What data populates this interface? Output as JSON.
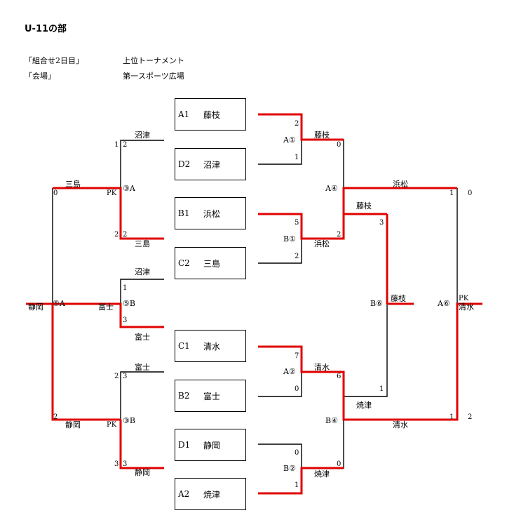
{
  "title": "U-11の部",
  "info": {
    "day_label": "「組合せ2日目」",
    "day_value": "上位トーナメント",
    "venue_label": "「会場」",
    "venue_value": "第一スポーツ広場"
  },
  "boxes": [
    {
      "code": "A1",
      "team": "藤枝"
    },
    {
      "code": "D2",
      "team": "沼津"
    },
    {
      "code": "B1",
      "team": "浜松"
    },
    {
      "code": "C2",
      "team": "三島"
    },
    {
      "code": "C1",
      "team": "清水"
    },
    {
      "code": "B2",
      "team": "富士"
    },
    {
      "code": "D1",
      "team": "静岡"
    },
    {
      "code": "A2",
      "team": "焼津"
    }
  ],
  "matches": {
    "A1": {
      "label": "A①",
      "top_score": "2",
      "bottom_score": "1",
      "winner": "藤枝"
    },
    "B1": {
      "label": "B①",
      "top_score": "5",
      "bottom_score": "2",
      "winner": "浜松"
    },
    "A2": {
      "label": "A②",
      "top_score": "7",
      "bottom_score": "0",
      "winner": "清水"
    },
    "B2": {
      "label": "B②",
      "top_score": "0",
      "bottom_score": "1",
      "winner": "焼津"
    },
    "A4": {
      "label": "A④",
      "top_score": "0",
      "bottom_score": "2",
      "winner": "浜松"
    },
    "B4": {
      "label": "B④",
      "top_score": "6",
      "bottom_score": "0",
      "winner": "清水"
    },
    "B6": {
      "label": "B⑥",
      "top_score": "3",
      "bottom_score": "1",
      "top_team": "藤枝",
      "bottom_team": "焼津",
      "winner": "藤枝"
    },
    "A6": {
      "label": "A⑥",
      "pk": "PK",
      "winner": "清水",
      "top_team": "浜松",
      "bottom_team": "清水",
      "top_score": "1",
      "top_pk": "0",
      "bottom_score": "1",
      "bottom_pk": "2"
    },
    "A3": {
      "label": "③A",
      "pk": "PK",
      "top_team": "沼津",
      "bottom_team": "三島",
      "top_score": "1",
      "top_pk": "2",
      "bottom_score": "2",
      "bottom_pk": "2"
    },
    "B3": {
      "label": "③B",
      "pk": "PK",
      "top_team": "富士",
      "bottom_team": "静岡",
      "top_score": "2",
      "top_pk": "3",
      "bottom_score": "3",
      "bottom_pk": "3"
    },
    "B5": {
      "label": "⑤B",
      "top_team": "沼津",
      "bottom_team": "富士",
      "top_score": "1",
      "bottom_score": "3",
      "winner": "富士"
    },
    "A5": {
      "label": "⑤A",
      "top_team": "三島",
      "bottom_team": "静岡",
      "top_score": "0",
      "bottom_score": "2",
      "winner": "静岡"
    }
  },
  "colors": {
    "winner_line": "#e00000",
    "line": "#000000"
  }
}
